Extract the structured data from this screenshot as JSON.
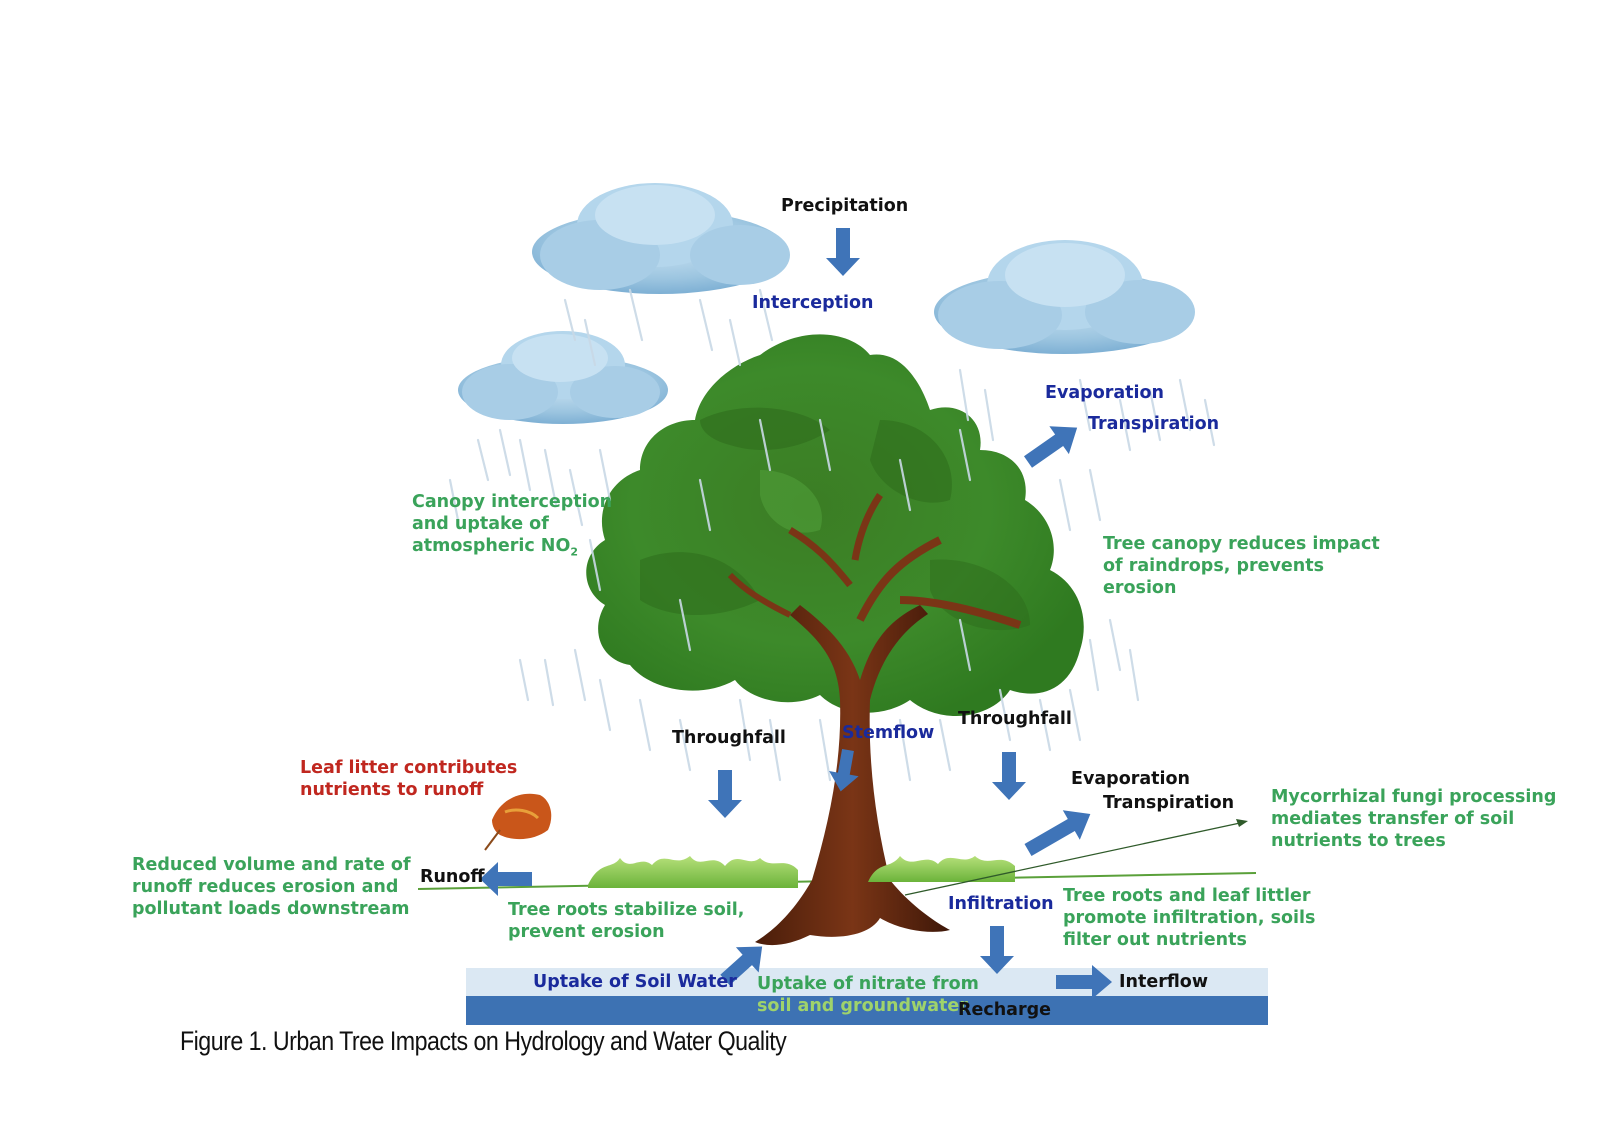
{
  "labels": {
    "precipitation": "Precipitation",
    "interception": "Interception",
    "evaporation_top": "Evaporation",
    "transpiration_top": "Transpiration",
    "canopy_interception": [
      "Canopy interception",
      "and uptake of",
      "atmospheric NO"
    ],
    "canopy_interception_sub": "2",
    "tree_canopy_reduces": [
      "Tree canopy reduces impact",
      "of raindrops, prevents",
      "erosion"
    ],
    "throughfall_left": "Throughfall",
    "stemflow": "Stemflow",
    "throughfall_right": "Throughfall",
    "leaf_litter": [
      "Leaf litter contributes",
      "nutrients to runoff"
    ],
    "evaporation_bottom": "Evaporation",
    "transpiration_bottom": "Transpiration",
    "mycorrhizal": [
      "Mycorrhizal fungi processing",
      "mediates transfer  of soil",
      "nutrients to trees"
    ],
    "reduced_volume": [
      "Reduced volume and rate  of",
      "runoff reduces erosion  and",
      "pollutant loads downstream"
    ],
    "runoff": "Runoff",
    "tree_roots_stabilize": [
      "Tree roots stabilize soil,",
      "prevent erosion"
    ],
    "infiltration": "Infiltration",
    "tree_roots_leaf": [
      "Tree roots and leaf littler",
      "promote infiltration, soils",
      "filter out nutrients"
    ],
    "uptake_soil_water": "Uptake of Soil Water",
    "uptake_nitrate": [
      "Uptake of nitrate from",
      "soil and groundwater"
    ],
    "interflow": "Interflow",
    "recharge": "Recharge"
  },
  "caption": "Figure 1.  Urban Tree Impacts on Hydrology and Water Quality",
  "colors": {
    "arrow": "#3f74b8",
    "cloud": "#9cc5e0",
    "canopy": "#3d8a2a",
    "trunk": "#6b2f14",
    "soil_light": "#dbe8f3",
    "soil_dark": "#3d72b3",
    "label_blue": "#1a2a9c",
    "label_green": "#3aa35a",
    "label_red": "#c0271f"
  }
}
